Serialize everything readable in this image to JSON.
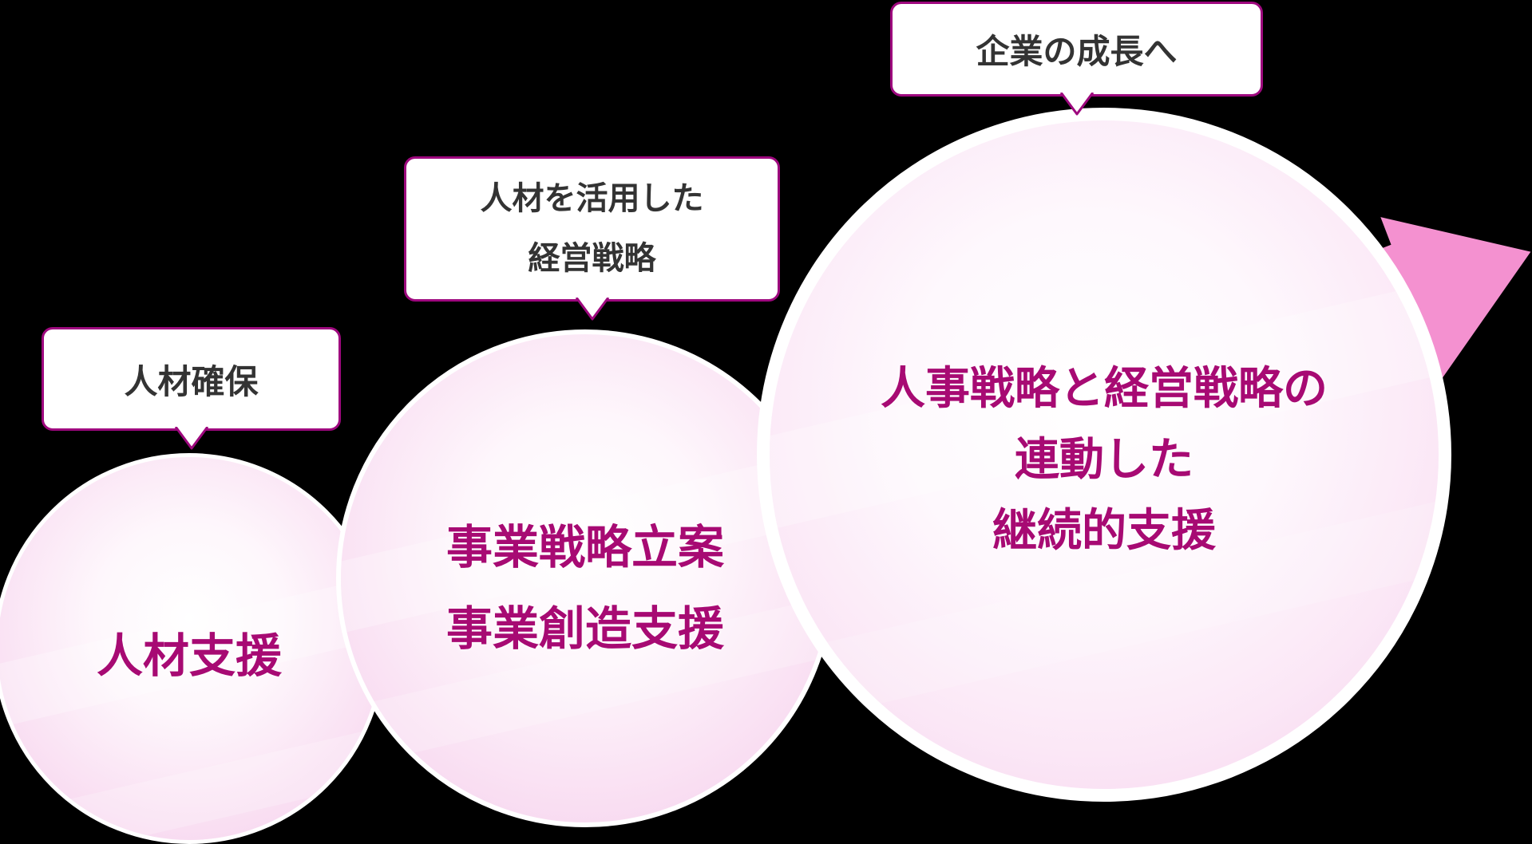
{
  "colors": {
    "background": "#000000",
    "accent_border": "#9e087e",
    "circle_text": "#a70a73",
    "callout_text": "#333333",
    "arrow_pink": "#f491d0",
    "circle_edge_pink": "#f5cdeb"
  },
  "callouts": [
    {
      "id": "jinzai-kakuho",
      "lines": [
        "人材確保"
      ]
    },
    {
      "id": "jinzai-katsuyo-keiei-senryaku",
      "lines": [
        "人材を活用した",
        "経営戦略"
      ]
    },
    {
      "id": "kigyo-no-seicho-e",
      "lines": [
        "企業の成長へ"
      ]
    }
  ],
  "circles": [
    {
      "id": "jinzai-shien",
      "lines": [
        "人材支援"
      ]
    },
    {
      "id": "jigyo-senryaku",
      "lines": [
        "事業戦略立案",
        "事業創造支援"
      ]
    },
    {
      "id": "jinji-keiei-renkei",
      "lines": [
        "人事戦略と経営戦略の",
        "連動した",
        "継続的支援"
      ]
    }
  ],
  "arrow": {
    "name": "growth-arrow",
    "color": "#f491d0"
  }
}
